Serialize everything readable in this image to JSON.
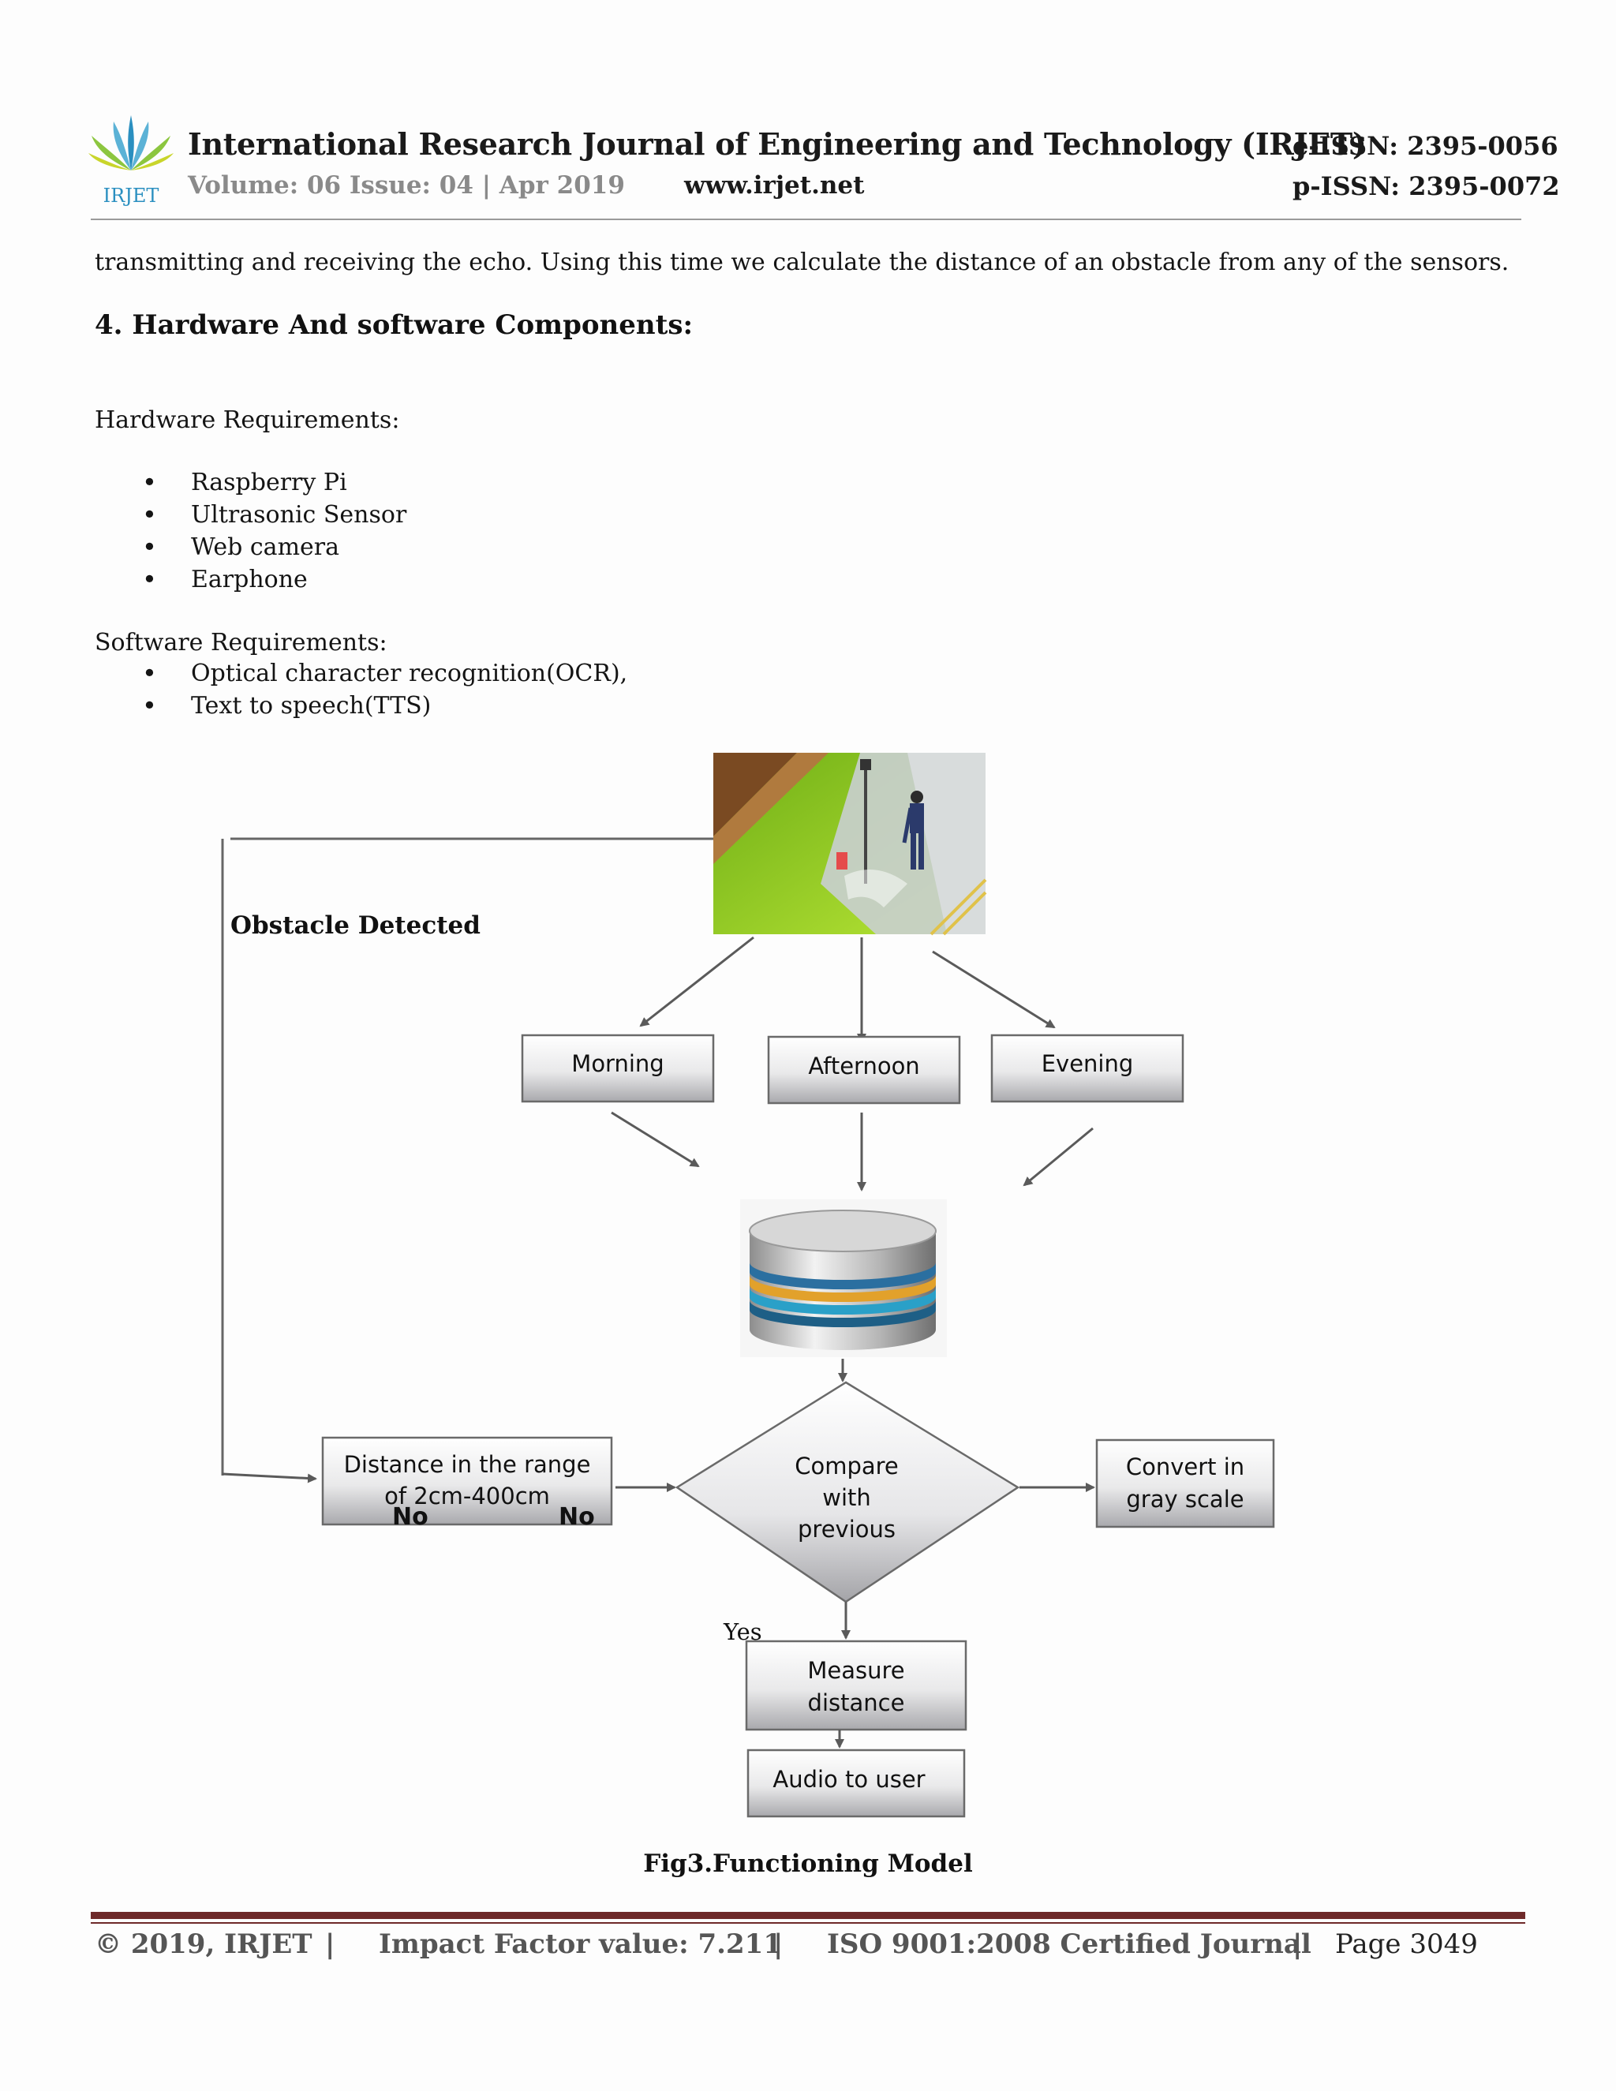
{
  "header": {
    "logo_text": "IRJET",
    "journal_title": "International Research Journal of Engineering and Technology (IRJET)",
    "volume_issue": "Volume: 06 Issue: 04 | Apr 2019",
    "website": "www.irjet.net",
    "eissn": "e-ISSN: 2395-0056",
    "pissn": "p-ISSN: 2395-0072"
  },
  "body": {
    "intro_line": "transmitting and receiving the echo. Using this time we calculate the distance of an obstacle from any of the sensors.",
    "section_heading": "4. Hardware And software Components:",
    "hardware_heading": "Hardware Requirements:",
    "hardware_items": [
      "Raspberry Pi",
      "Ultrasonic Sensor",
      "Web camera",
      "Earphone"
    ],
    "software_heading": "Software Requirements:",
    "software_items": [
      "Optical character recognition(OCR),",
      "Text to speech(TTS)"
    ]
  },
  "figure": {
    "obstacle_label": "Obstacle Detected",
    "time_boxes": [
      "Morning",
      "Afternoon",
      "Evening"
    ],
    "distance_box": [
      "Distance in the range",
      "of 2cm-400cm"
    ],
    "no_left": "No",
    "no_right": "No",
    "compare_lines": [
      "Compare",
      "with",
      "previous"
    ],
    "convert_lines": [
      "Convert in",
      "gray scale"
    ],
    "yes_label": "Yes",
    "measure_lines": [
      "Measure",
      "distance"
    ],
    "audio_label": "Audio to user",
    "caption": "Fig3.Functioning Model"
  },
  "footer": {
    "copyright": "© 2019, IRJET",
    "separator": "|",
    "impact_factor": "Impact Factor value: 7.211",
    "iso": "ISO 9001:2008 Certified Journal",
    "page": "Page 3049"
  },
  "colors": {
    "footer_rule": "#6e2a2a",
    "logo_green": "#6ab04c",
    "logo_blue": "#2a8fc0",
    "scene_green": "#8fcf1f"
  }
}
